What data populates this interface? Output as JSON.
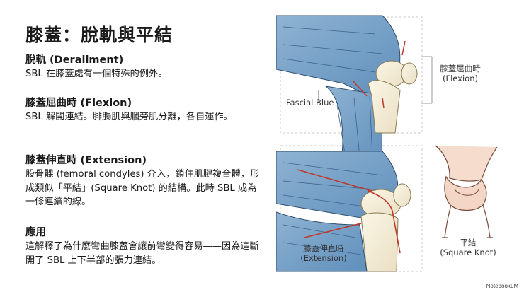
{
  "title": "膝蓋：脫軌與平結",
  "sections": [
    {
      "heading": "脫軌 (Derailment)",
      "body": "SBL 在膝蓋處有一個特殊的例外。"
    },
    {
      "heading": "膝蓋屈曲時 (Flexion)",
      "body": "SBL 解開連結。腓腸肌與膕旁肌分離，各自運作。"
    },
    {
      "heading": "膝蓋伸直時 (Extension)",
      "body": "股骨髁 (femoral condyles) 介入，鎖住肌腱複合體，形成類似「平結」(Square Knot) 的結構。此時 SBL 成為一條連續的線。"
    },
    {
      "heading": "應用",
      "body": "這解釋了為什麼彎曲膝蓋會讓前彎變得容易——因為這斷開了 SBL 上下半部的張力連結。"
    }
  ],
  "figure_labels": {
    "flexion_zh": "膝蓋屈曲時",
    "flexion_en": "(Flexion)",
    "fascial": "Fascial Blue",
    "extension_zh": "膝蓋伸直時",
    "extension_en": "(Extension)",
    "knot_zh": "平結",
    "knot_en": "(Square Knot)"
  },
  "brand": "NotebookLM"
}
